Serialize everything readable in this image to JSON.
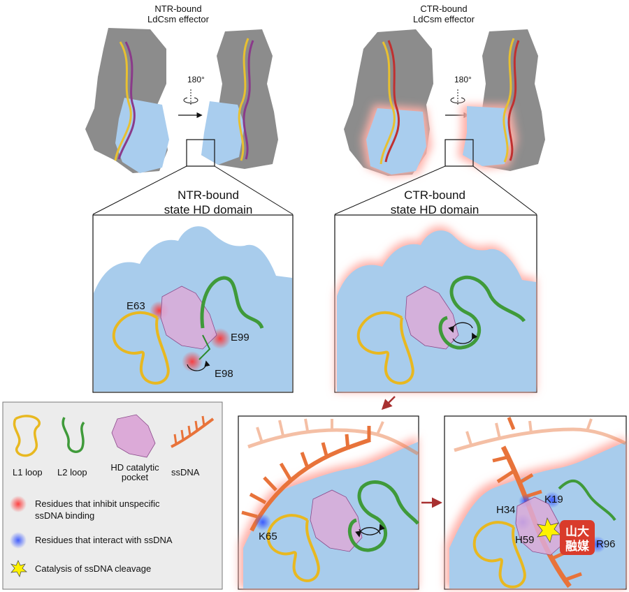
{
  "top_left": {
    "title_line1": "NTR-bound",
    "title_line2": "LdCsm effector",
    "rotation": "180°"
  },
  "top_right": {
    "title_line1": "CTR-bound",
    "title_line2": "LdCsm effector",
    "rotation": "180°"
  },
  "panel_ntr": {
    "title_line1": "NTR-bound",
    "title_line2": "state HD domain",
    "labels": [
      "E63",
      "E99",
      "E98"
    ]
  },
  "panel_ctr": {
    "title_line1": "CTR-bound",
    "title_line2": "state HD domain"
  },
  "panel_k65": {
    "label": "K65"
  },
  "panel_final": {
    "labels": [
      "H34",
      "K19",
      "H59",
      "R96"
    ],
    "badge_line1": "山大",
    "badge_line2": "融媒"
  },
  "legend": {
    "l1": "L1 loop",
    "l2": "L2 loop",
    "pocket_line1": "HD catalytic",
    "pocket_line2": "pocket",
    "ssdna": "ssDNA",
    "red_line1": "Residues that inhibit unspecific",
    "red_line2": "ssDNA binding",
    "blue": "Residues that interact with ssDNA",
    "star": "Catalysis of ssDNA cleavage"
  },
  "colors": {
    "l1_loop": "#e8b820",
    "l2_loop": "#3f9a3a",
    "pocket": "#d9a3d3",
    "ssdna": "#e8733a",
    "inhibit": "#ff4040",
    "interact": "#4060ff",
    "domain": "#a8ccec",
    "protein": "#8f8f8f"
  }
}
